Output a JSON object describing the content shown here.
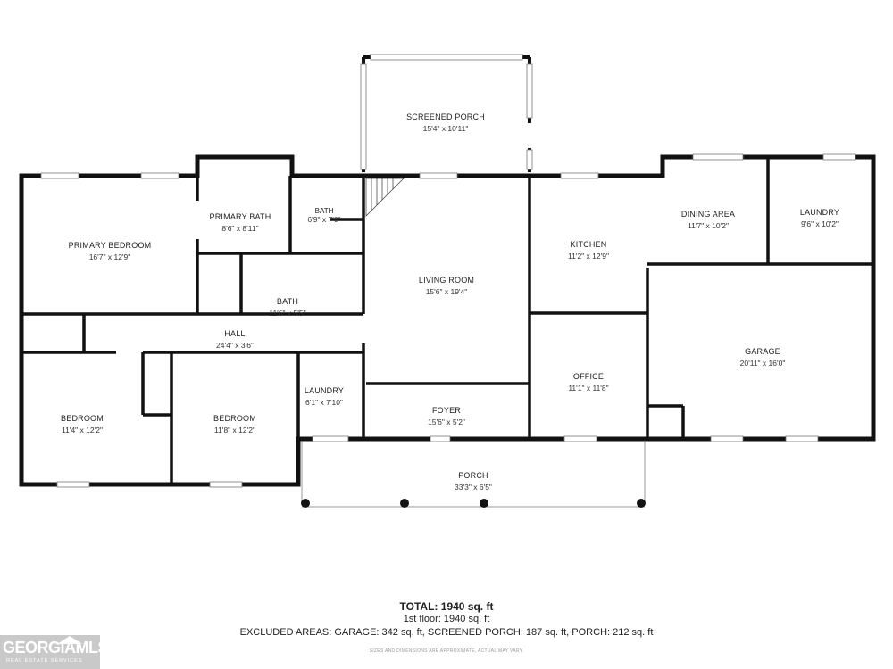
{
  "rooms": {
    "screened_porch": {
      "name": "SCREENED PORCH",
      "dim": "15'4\" x 10'11\""
    },
    "primary_bedroom": {
      "name": "PRIMARY BEDROOM",
      "dim": "16'7\" x 12'9\""
    },
    "primary_bath": {
      "name": "PRIMARY BATH",
      "dim": "8'6\" x 8'11\""
    },
    "bath_small": {
      "name": "BATH",
      "dim": "6'9\" x 7'0\""
    },
    "bath_hall": {
      "name": "BATH",
      "dim": "11'6\" x 5'5\""
    },
    "living_room": {
      "name": "LIVING ROOM",
      "dim": "15'6\" x 19'4\""
    },
    "kitchen": {
      "name": "KITCHEN",
      "dim": "11'2\" x 12'9\""
    },
    "dining_area": {
      "name": "DINING AREA",
      "dim": "11'7\" x 10'2\""
    },
    "laundry_right": {
      "name": "LAUNDRY",
      "dim": "9'6\" x 10'2\""
    },
    "hall": {
      "name": "HALL",
      "dim": "24'4\" x 3'6\""
    },
    "garage": {
      "name": "GARAGE",
      "dim": "20'11\" x 16'0\""
    },
    "office": {
      "name": "OFFICE",
      "dim": "11'1\" x 11'8\""
    },
    "laundry_left": {
      "name": "LAUNDRY",
      "dim": "6'1\" x 7'10\""
    },
    "bedroom_1": {
      "name": "BEDROOM",
      "dim": "11'4\" x 12'2\""
    },
    "bedroom_2": {
      "name": "BEDROOM",
      "dim": "11'8\" x 12'2\""
    },
    "foyer": {
      "name": "FOYER",
      "dim": "15'6\" x 5'2\""
    },
    "porch": {
      "name": "PORCH",
      "dim": "33'3\" x 6'5\""
    }
  },
  "summary": {
    "total_label": "TOTAL:",
    "total_value": "1940 sq. ft",
    "first_floor": "1st floor: 1940 sq. ft",
    "excluded": "EXCLUDED AREAS: GARAGE: 342 sq. ft, SCREENED PORCH: 187 sq. ft, PORCH: 212 sq. ft",
    "note": "SIZES AND DIMENSIONS ARE APPROXIMATE, ACTUAL MAY VARY."
  },
  "logo": {
    "text": "GEORGIAMLS",
    "sub": "REAL ESTATE SERVICES"
  },
  "colors": {
    "wall": "#111111",
    "window": "#ffffff",
    "logo_bg": "#c9c9c9"
  }
}
